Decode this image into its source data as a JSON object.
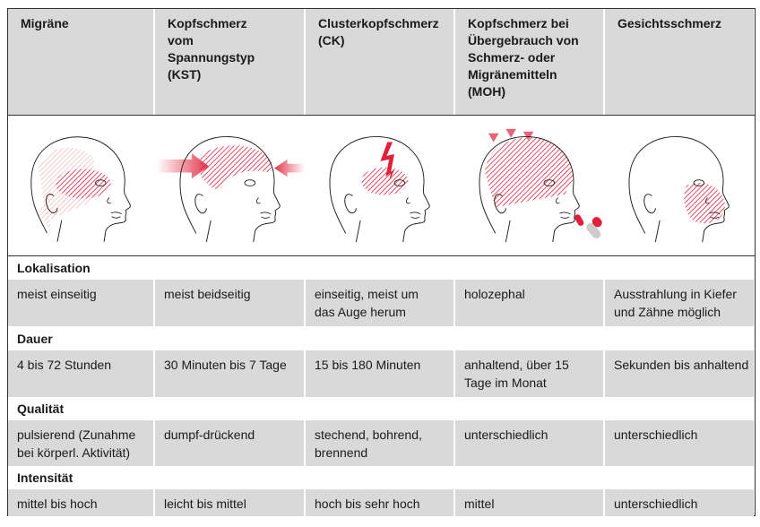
{
  "columns": [
    "Migräne",
    "Kopfschmerz vom Spannungstyp (KST)",
    "Clusterkopfschmerz (CK)",
    "Kopfschmerz bei Übergebrauch von Schmerz- oder Migränemitteln (MOH)",
    "Gesichtsschmerz"
  ],
  "sections": [
    {
      "title": "Lokalisation",
      "values": [
        "meist einseitig",
        "meist beidseitig",
        "einseitig, meist um das Auge herum",
        "holozephal",
        "Ausstrahlung in Kiefer und Zähne möglich"
      ]
    },
    {
      "title": "Dauer",
      "values": [
        "4 bis 72 Stunden",
        "30 Minuten bis 7 Tage",
        "15 bis 180 Minuten",
        "anhaltend, über 15 Tage im Monat",
        "Sekunden bis anhaltend"
      ]
    },
    {
      "title": "Qualität",
      "values": [
        "pulsierend (Zunahme bei körperl. Aktivität)",
        "dumpf-drückend",
        "stechend, bohrend, brennend",
        "unterschiedlich",
        "unterschiedlich"
      ]
    },
    {
      "title": "Intensität",
      "values": [
        "mittel bis hoch",
        "leicht bis mittel",
        "hoch bis sehr hoch",
        "mittel",
        "unterschiedlich"
      ]
    }
  ],
  "colors": {
    "header_bg": "#d9d9d9",
    "accent": "#e0203a"
  }
}
